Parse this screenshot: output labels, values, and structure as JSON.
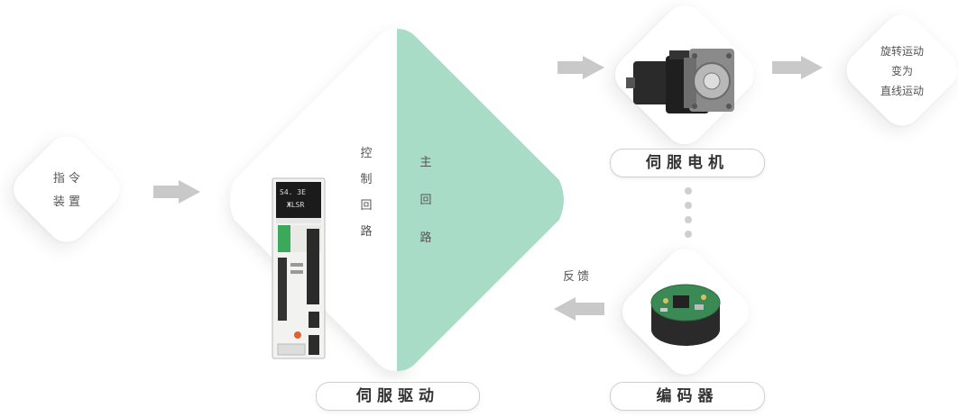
{
  "command_device": {
    "line1": "指 令",
    "line2": "装 置"
  },
  "control_circuit": [
    "控",
    "制",
    "回",
    "路"
  ],
  "main_circuit": [
    "主",
    "回",
    "路"
  ],
  "servo_drive_label": "伺服驱动",
  "servo_motor_label": "伺服电机",
  "encoder_label": "编码器",
  "feedback_label": "反馈",
  "linear_motion": {
    "line1": "旋转运动",
    "line2": "变为",
    "line3": "直线运动"
  },
  "drive_display": {
    "row1": "S4. 3E",
    "row2": "ЖLSR"
  },
  "colors": {
    "teal": "#a9dcc7",
    "arrow": "#c9c9c9",
    "motor": "#8a8a8a"
  }
}
